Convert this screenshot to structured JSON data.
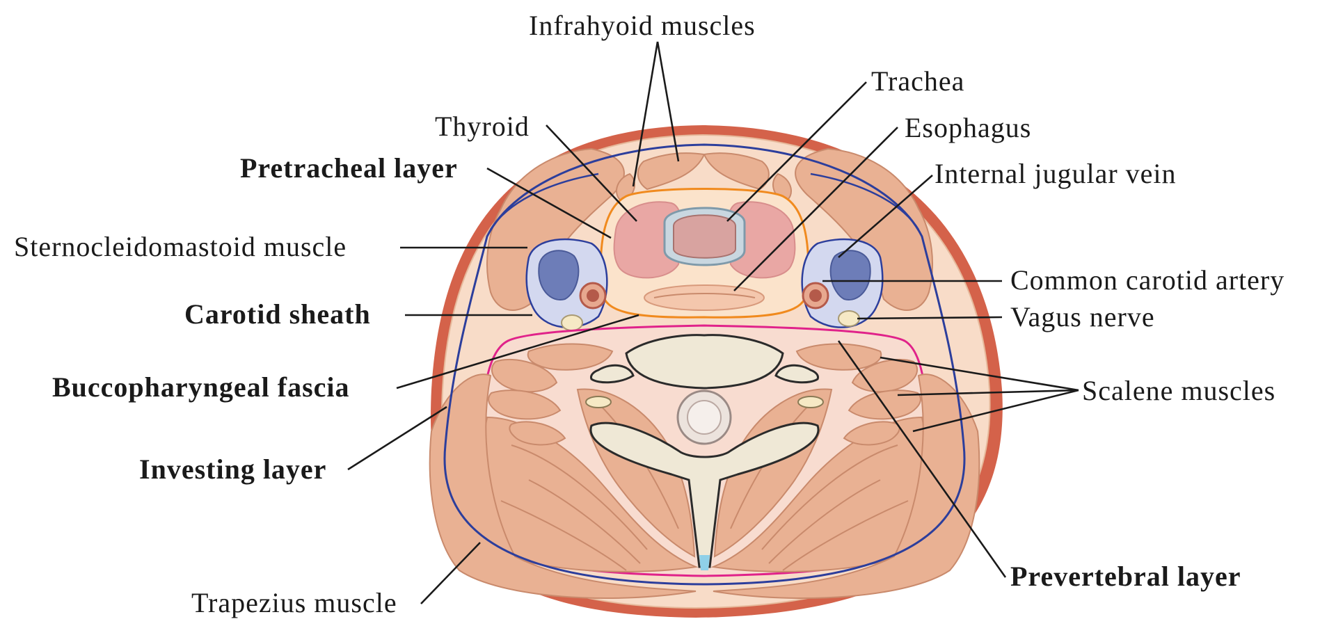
{
  "diagram": {
    "labels": {
      "infrahyoid": "Infrahyoid muscles",
      "trachea": "Trachea",
      "thyroid": "Thyroid",
      "esophagus": "Esophagus",
      "pretracheal": "Pretracheal layer",
      "internal_jugular": "Internal jugular vein",
      "sternocleidomastoid": "Sternocleidomastoid muscle",
      "common_carotid": "Common carotid artery",
      "carotid_sheath": "Carotid sheath",
      "vagus": "Vagus nerve",
      "buccopharyngeal": "Buccopharyngeal fascia",
      "scalene": "Scalene muscles",
      "investing": "Investing layer",
      "prevertebral": "Prevertebral layer",
      "trapezius": "Trapezius muscle"
    },
    "colors": {
      "skin": "#d4624a",
      "subcutaneous": "#f8dcc8",
      "muscle": "#e9b193",
      "investing_fascia": "#2c3e9c",
      "pretracheal_fascia": "#f08a1e",
      "prevertebral_fascia": "#e0228a",
      "visceral": "#fbe3cb",
      "thyroid": "#e9a7a4",
      "vein": "#6d7db8",
      "artery": "#b45a4a",
      "bone": "#efe8d6"
    }
  }
}
